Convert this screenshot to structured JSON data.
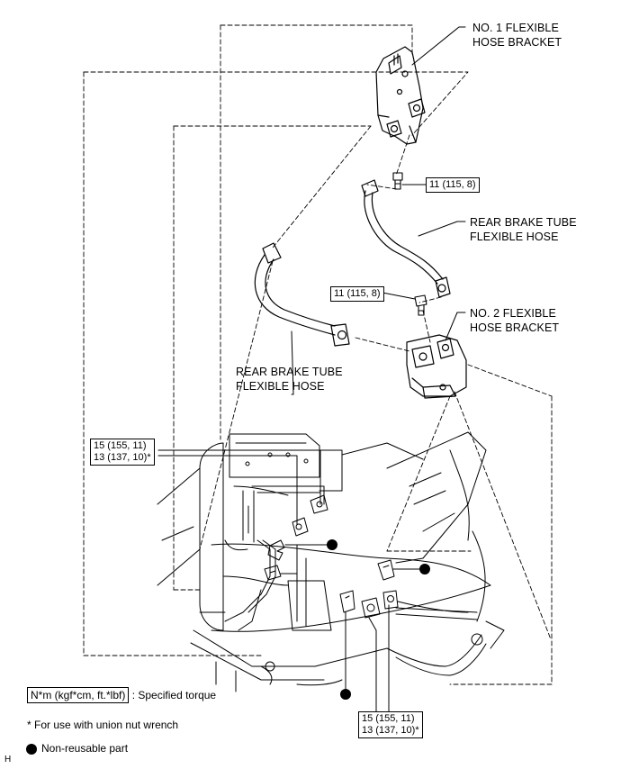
{
  "labels": {
    "no1_bracket_line1": "NO. 1 FLEXIBLE",
    "no1_bracket_line2": "HOSE BRACKET",
    "rear_hose_right_line1": "REAR BRAKE TUBE",
    "rear_hose_right_line2": "FLEXIBLE HOSE",
    "no2_bracket_line1": "NO. 2 FLEXIBLE",
    "no2_bracket_line2": "HOSE BRACKET",
    "rear_hose_left_line1": "REAR BRAKE TUBE",
    "rear_hose_left_line2": "FLEXIBLE HOSE"
  },
  "torque": {
    "upper_bolt": "11 (115, 8)",
    "lower_bolt": "11 (115, 8)",
    "left_union_line1": "15 (155, 11)",
    "left_union_line2": "13 (137, 10)*",
    "right_union_line1": "15 (155, 11)",
    "right_union_line2": "13 (137, 10)*"
  },
  "legend": {
    "torque_unit": "N*m (kgf*cm, ft.*lbf)",
    "torque_desc": ": Specified torque",
    "union_nut_note": "* For use with union nut wrench",
    "non_reusable": "Non-reusable part"
  },
  "footer": {
    "corner_code": "H"
  }
}
